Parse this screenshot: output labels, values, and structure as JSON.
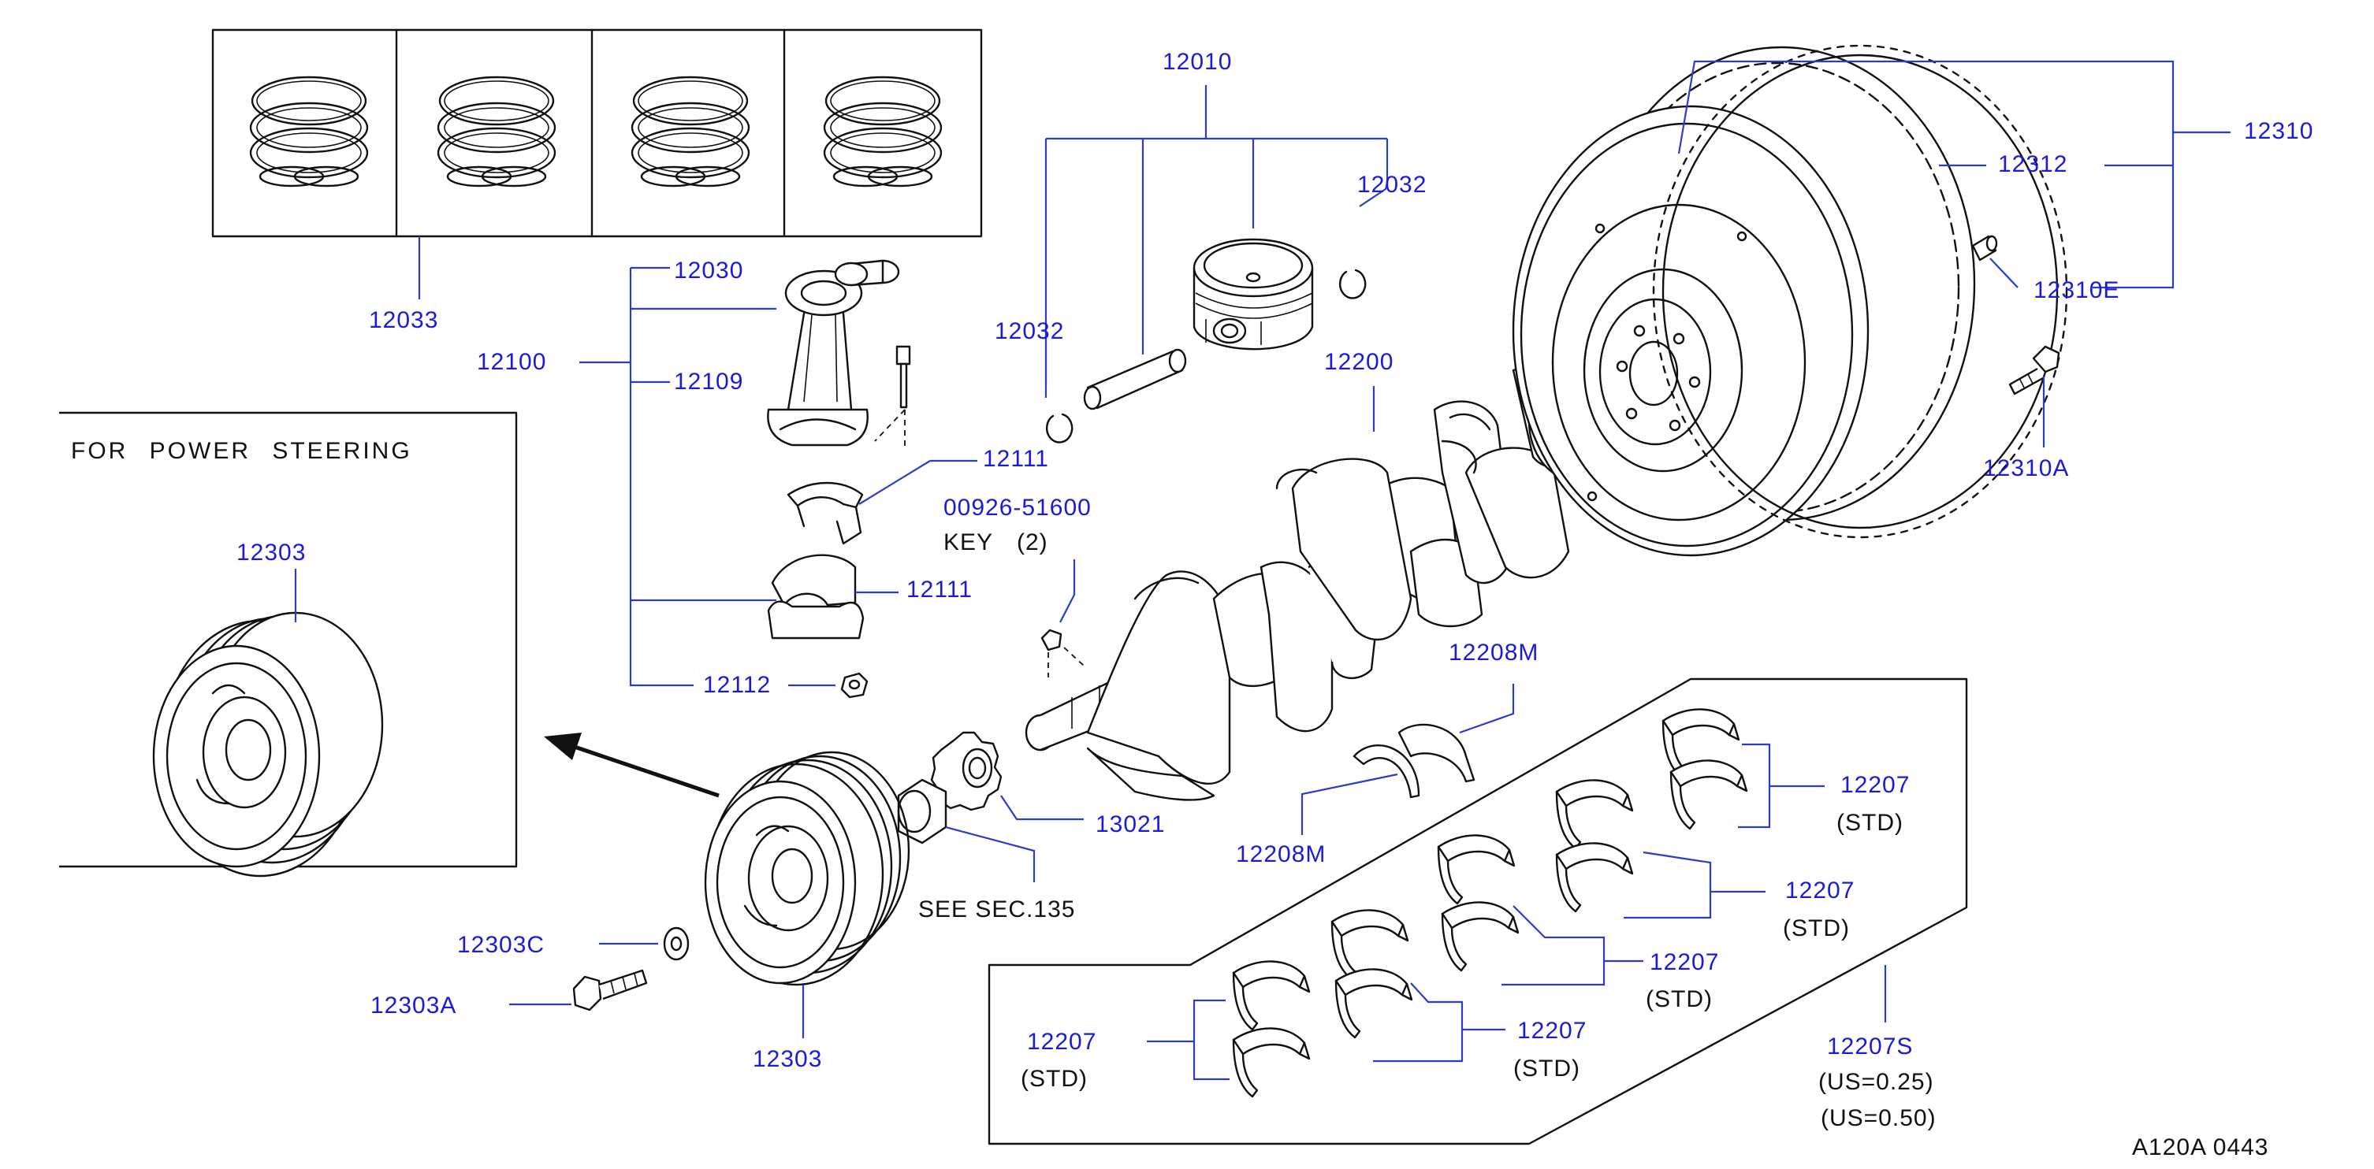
{
  "colors": {
    "label_blue": "#1a1adc",
    "line_blue": "#2a3cc8",
    "ink": "#111111"
  },
  "inset": {
    "title": "FOR POWER STEERING",
    "part": "12303"
  },
  "labels": {
    "p12010": "12010",
    "p12032_right": "12032",
    "p12032_left": "12032",
    "p12310": "12310",
    "p12312": "12312",
    "p12310E": "12310E",
    "p12310A": "12310A",
    "p12033": "12033",
    "p12030": "12030",
    "p12100": "12100",
    "p12109": "12109",
    "p12111_top": "12111",
    "p12111_bot": "12111",
    "p12112": "12112",
    "key_part": "00926-51600",
    "key_text": "KEY",
    "key_qty": "(2)",
    "p12200": "12200",
    "p12208M_top": "12208M",
    "p12208M_bot": "12208M",
    "p13021": "13021",
    "see_sec": "SEE  SEC.135",
    "p12303C": "12303C",
    "p12303A": "12303A",
    "p12303": "12303",
    "p12207_a": "12207",
    "p12207_b": "12207",
    "p12207_c": "12207",
    "p12207_d": "12207",
    "p12207_e": "12207",
    "std": "(STD)",
    "p12207S": "12207S",
    "us025": "(US=0.25)",
    "us050": "(US=0.50)",
    "figure_code": "A120A  0443"
  }
}
